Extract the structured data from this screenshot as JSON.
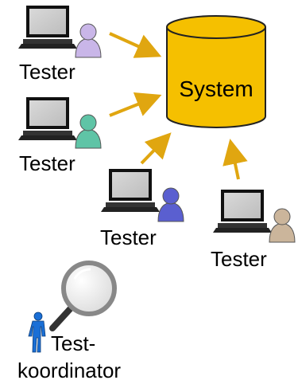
{
  "system": {
    "label": "System",
    "color": "#f5c000",
    "outline": "#222222"
  },
  "arrow_color": "#e0a610",
  "testers": [
    {
      "label": "Tester",
      "person_color": "#c9b6e8",
      "icon": "laptop-user-icon"
    },
    {
      "label": "Tester",
      "person_color": "#5fc4a6",
      "icon": "laptop-user-icon"
    },
    {
      "label": "Tester",
      "person_color": "#5a5fd0",
      "icon": "laptop-user-icon"
    },
    {
      "label": "Tester",
      "person_color": "#cbb59b",
      "icon": "laptop-user-icon"
    }
  ],
  "coordinator": {
    "label_line1": "Test-",
    "label_line2": "koordinator",
    "person_color": "#1a6fd6",
    "icon": "magnifier-icon"
  }
}
